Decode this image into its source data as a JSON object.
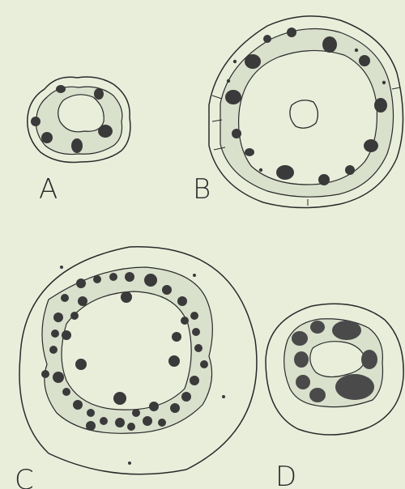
{
  "figure": {
    "background": "#e9eedb",
    "ink": "#2a2a2a",
    "ring_fill": "#d9e0cc",
    "bundle_fill": "#3a3a3a",
    "panels": [
      {
        "id": "A",
        "label": "A"
      },
      {
        "id": "B",
        "label": "B"
      },
      {
        "id": "C",
        "label": "C"
      },
      {
        "id": "D",
        "label": "D"
      }
    ]
  }
}
